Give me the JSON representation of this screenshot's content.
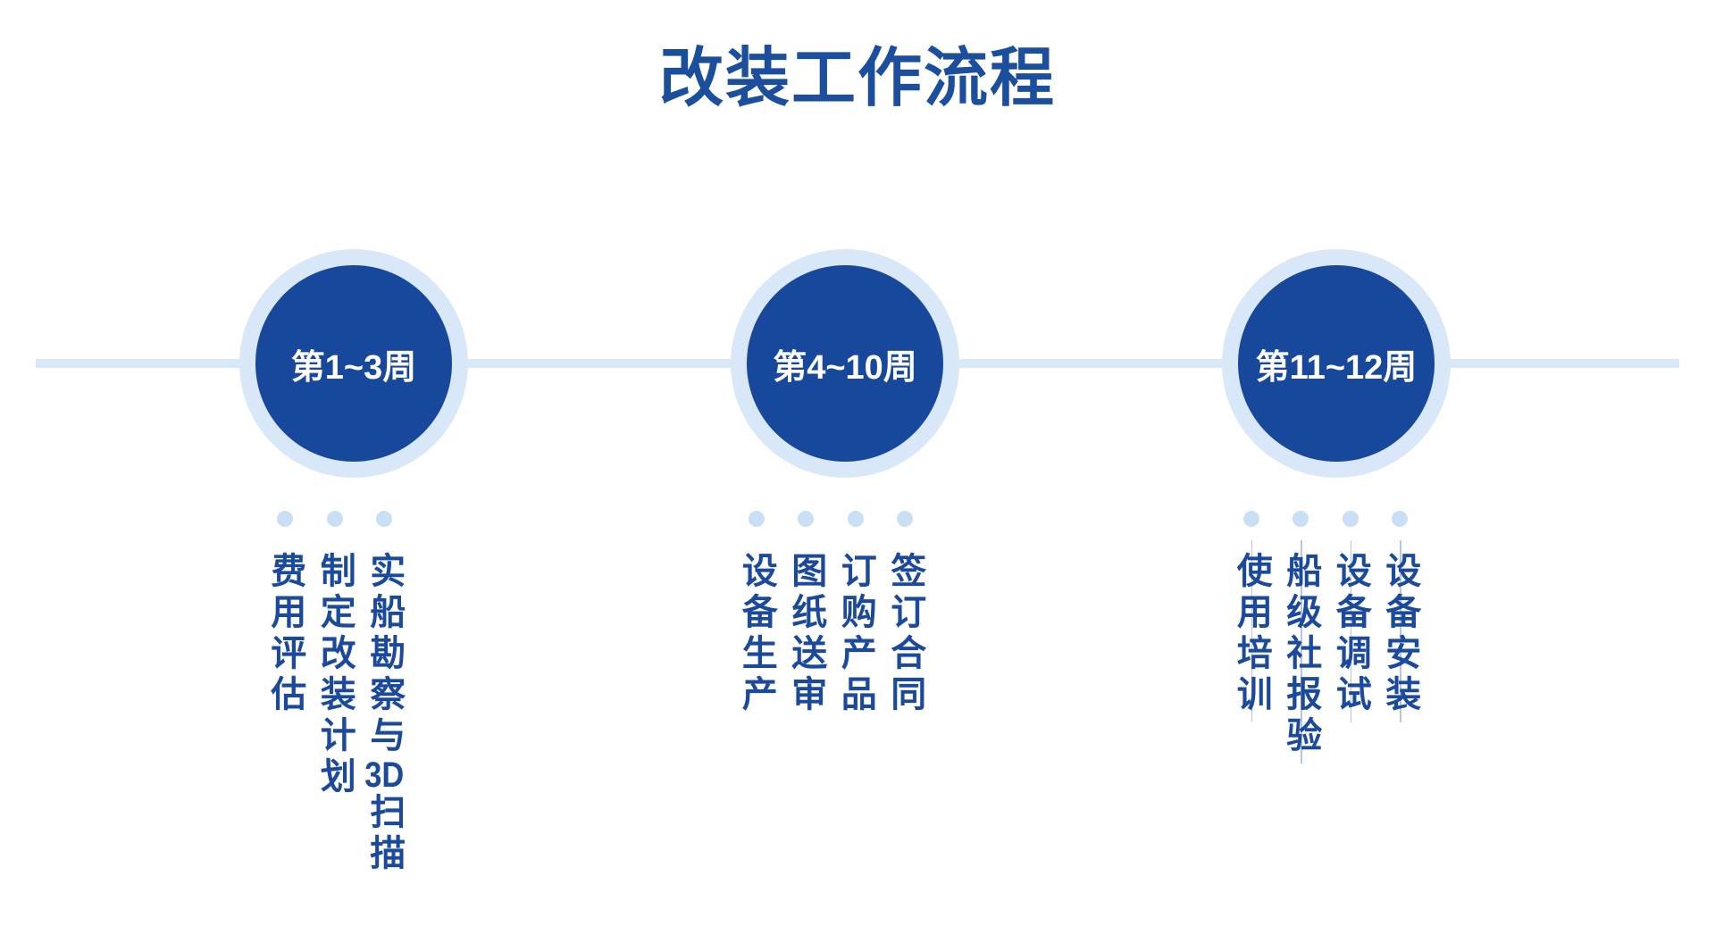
{
  "title": "改装工作流程",
  "colors": {
    "circle_fill": "#17489b",
    "circle_halo": "#d9e8f8",
    "timeline_line": "#d9e8f8",
    "dot": "#c9dff5",
    "text_blue": "#1b4a9c",
    "title_blue": "#1c4e9e",
    "circle_label_text": "#ffffff"
  },
  "groups": [
    {
      "week_label": "第1~3周",
      "items": [
        "实船勘察与3D扫描",
        "制定改装计划",
        "费用评估"
      ],
      "leader_lines": false
    },
    {
      "week_label": "第4~10周",
      "items": [
        "签订合同",
        "订购产品",
        "图纸送审",
        "设备生产"
      ],
      "leader_lines": false
    },
    {
      "week_label": "第11~12周",
      "items": [
        "设备安装",
        "设备调试",
        "船级社报验",
        "使用培训"
      ],
      "leader_lines": true
    }
  ]
}
